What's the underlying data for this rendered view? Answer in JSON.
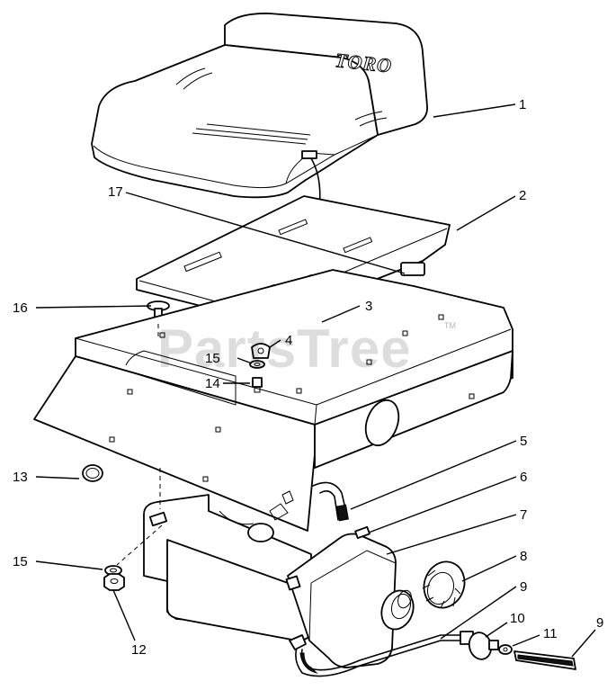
{
  "diagram": {
    "brand_logo": "TORO",
    "watermark": "PartsTree",
    "watermark_tm": "TM",
    "callouts": [
      {
        "id": "c1",
        "label": "1"
      },
      {
        "id": "c2",
        "label": "2"
      },
      {
        "id": "c3",
        "label": "3"
      },
      {
        "id": "c4",
        "label": "4"
      },
      {
        "id": "c5",
        "label": "5"
      },
      {
        "id": "c6",
        "label": "6"
      },
      {
        "id": "c7",
        "label": "7"
      },
      {
        "id": "c8",
        "label": "8"
      },
      {
        "id": "c9a",
        "label": "9"
      },
      {
        "id": "c9b",
        "label": "9"
      },
      {
        "id": "c10",
        "label": "10"
      },
      {
        "id": "c11",
        "label": "11"
      },
      {
        "id": "c12",
        "label": "12"
      },
      {
        "id": "c13",
        "label": "13"
      },
      {
        "id": "c14",
        "label": "14"
      },
      {
        "id": "c15a",
        "label": "15"
      },
      {
        "id": "c15b",
        "label": "15"
      },
      {
        "id": "c16",
        "label": "16"
      },
      {
        "id": "c17",
        "label": "17"
      }
    ]
  }
}
